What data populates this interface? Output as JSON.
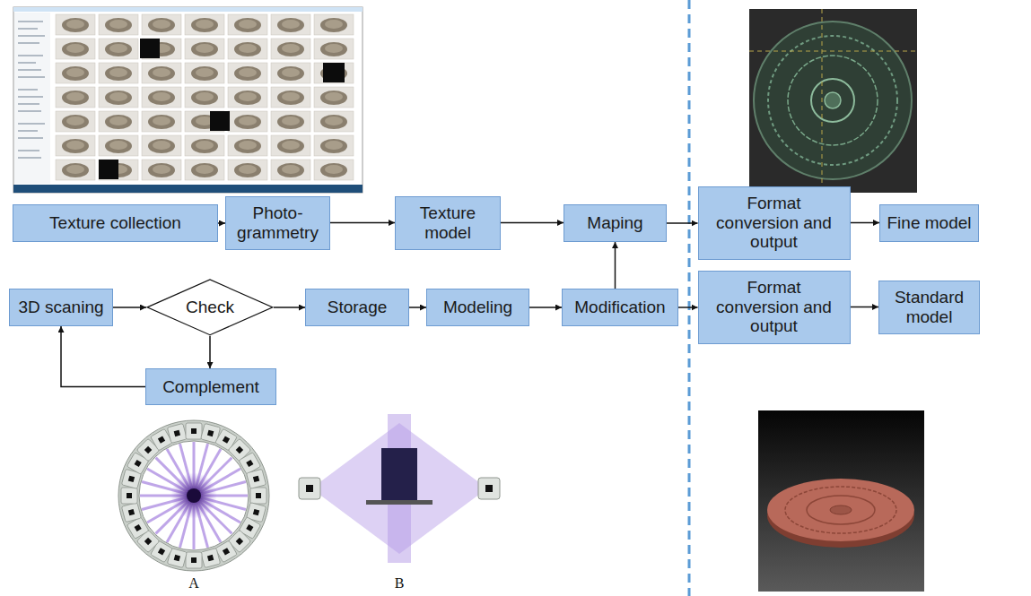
{
  "diagram": {
    "nodes": [
      {
        "text": [
          "Texture collection"
        ]
      },
      {
        "text": [
          "Photo- grammetry"
        ]
      },
      {
        "text": [
          "Texture model"
        ]
      },
      {
        "text": [
          "Maping"
        ]
      },
      {
        "text": [
          "Format conversion and output"
        ]
      },
      {
        "text": [
          "Fine model"
        ]
      },
      {
        "text": [
          "3D scaning"
        ]
      },
      {
        "text": [
          "Check"
        ]
      },
      {
        "text": [
          "Storage"
        ]
      },
      {
        "text": [
          "Modeling"
        ]
      },
      {
        "text": [
          "Modification"
        ]
      },
      {
        "text": [
          "Format conversion and output"
        ]
      },
      {
        "text": [
          "Standard model"
        ]
      },
      {
        "text": [
          "Complement"
        ]
      }
    ],
    "edges": [
      {
        "from": 0,
        "to": 1,
        "arrow": "to"
      },
      {
        "from": 1,
        "to": 2,
        "arrow": "to"
      },
      {
        "from": 2,
        "to": 3,
        "arrow": "to"
      },
      {
        "from": 3,
        "to": 4,
        "arrow": "to"
      },
      {
        "from": 4,
        "to": 5,
        "arrow": "to"
      },
      {
        "from": 6,
        "to": 7,
        "arrow": "to"
      },
      {
        "from": 7,
        "to": 8,
        "arrow": "to"
      },
      {
        "from": 8,
        "to": 9,
        "arrow": "to"
      },
      {
        "from": 9,
        "to": 10,
        "arrow": "to"
      },
      {
        "from": 10,
        "to": 3,
        "arrow": "to"
      },
      {
        "from": 10,
        "to": 11,
        "arrow": "to"
      },
      {
        "from": 11,
        "to": 12,
        "arrow": "to"
      },
      {
        "from": 7,
        "to": 13,
        "arrow": "to"
      },
      {
        "from": 13,
        "to": 6,
        "arrow": "to"
      }
    ],
    "labels": [
      "A",
      "B"
    ]
  }
}
